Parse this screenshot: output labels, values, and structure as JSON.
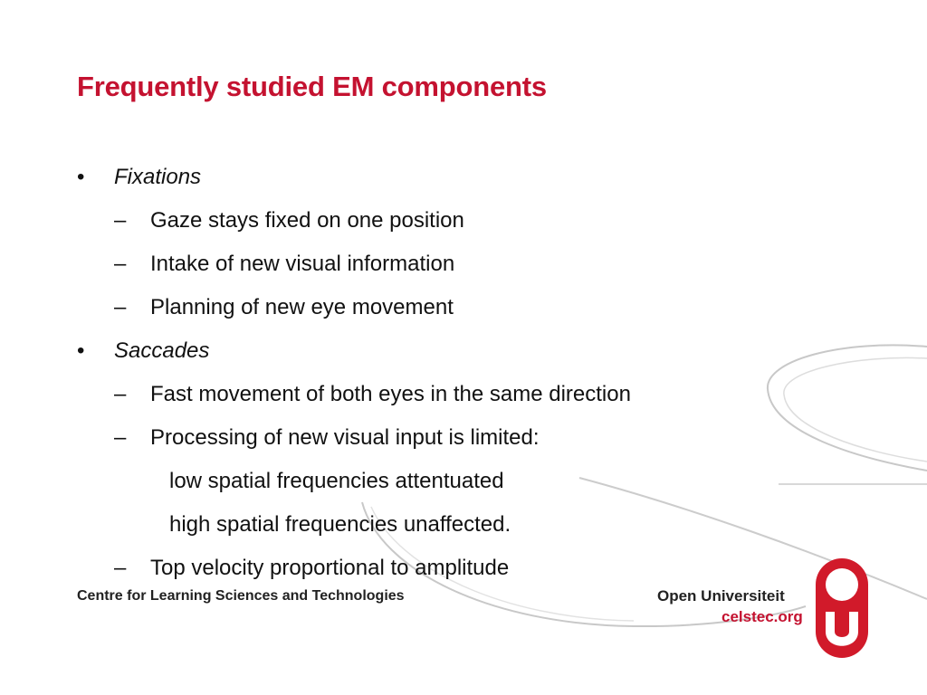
{
  "slide": {
    "title": "Frequently studied EM components",
    "items": [
      {
        "level": 1,
        "marker": "•",
        "text": "Fixations",
        "italic": true
      },
      {
        "level": 2,
        "marker": "–",
        "text": "Gaze stays fixed on one position",
        "italic": false
      },
      {
        "level": 2,
        "marker": "–",
        "text": "Intake of new visual information",
        "italic": false
      },
      {
        "level": 2,
        "marker": "–",
        "text": "Planning of new eye movement",
        "italic": false
      },
      {
        "level": 1,
        "marker": "•",
        "text": "Saccades",
        "italic": true
      },
      {
        "level": 2,
        "marker": "–",
        "text": "Fast movement of both eyes in the same direction",
        "italic": false
      },
      {
        "level": 2,
        "marker": "–",
        "text": "Processing of new visual input is limited:",
        "italic": false
      },
      {
        "level": 3,
        "marker": "",
        "text": "low spatial frequencies attentuated",
        "italic": false
      },
      {
        "level": 3,
        "marker": "",
        "text": "high spatial frequencies unaffected.",
        "italic": false
      },
      {
        "level": 2,
        "marker": "–",
        "text": "Top velocity proportional to amplitude",
        "italic": false
      }
    ]
  },
  "footer": {
    "organization": "Centre for Learning Sciences and Technologies",
    "university": "Open Universiteit",
    "website": "celstec.org",
    "logo_icon": "ou-logo-icon"
  },
  "colors": {
    "accent": "#c41230",
    "text": "#111111",
    "decoration": "#c8c8c8"
  }
}
